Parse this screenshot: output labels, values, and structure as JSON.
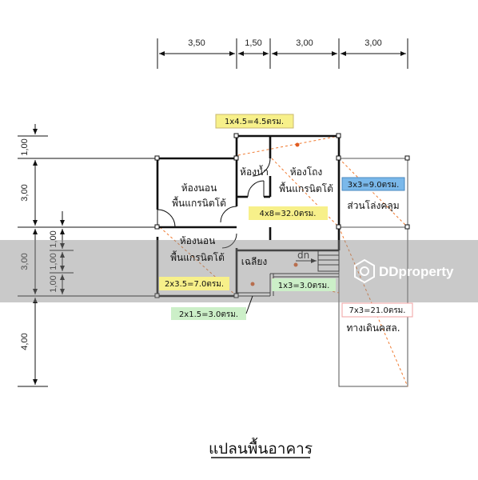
{
  "dimensions": {
    "top": [
      "3,50",
      "1,50",
      "3,00",
      "3,00"
    ],
    "left_outer": [
      "1,00",
      "3,00",
      "3,00",
      "4,00"
    ],
    "left_inner": [
      "1,00",
      "1,00",
      "1,00"
    ]
  },
  "rooms": {
    "bedroom1": [
      "ห้องนอน",
      "พื้นแกรนิตโต้"
    ],
    "bathroom": "ห้องน้ำ",
    "hall": [
      "ห้องโถง",
      "พื้นแกรนิตโต้"
    ],
    "bedroom2": [
      "ห้องนอน",
      "พื้นแกรนิตโต้"
    ],
    "porch": "เฉลียง",
    "stair": "dn",
    "covered_area": "ส่วนโล่งคลุม",
    "walkway": "ทางเดินคสล."
  },
  "area_tags": {
    "top": "1x4.5=4.5ตรม.",
    "hall": "4x8=32.0ตรม.",
    "covered": "3x3=9.0ตรม.",
    "bedroom2": "2x3.5=7.0ตรม.",
    "porch": "1x3=3.0ตรม.",
    "porch2": "2x1.5=3.0ตรม.",
    "walkway": "7x3=21.0ตรม."
  },
  "colors": {
    "yellow": "#f7f08a",
    "blue": "#7ab8ea",
    "green": "#ccefc8",
    "pink_border": "#f0a0a0",
    "accent_dash": "#f07a30"
  },
  "watermark": "DDproperty",
  "caption": "แปลนพื้นอาคาร"
}
